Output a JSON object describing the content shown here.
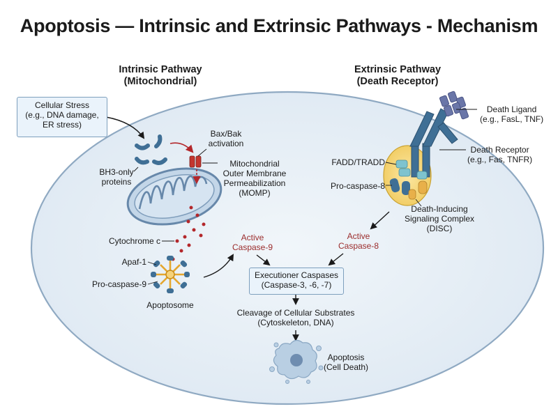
{
  "title": "Apoptosis — Intrinsic and Extrinsic Pathways - Mechanism",
  "intrinsic": {
    "heading_line1": "Intrinsic Pathway",
    "heading_line2": "(Mitochondrial)",
    "stress_box": [
      "Cellular Stress",
      "(e.g., DNA damage,",
      "ER stress)"
    ],
    "bh3": [
      "BH3-only",
      "proteins"
    ],
    "bax": [
      "Bax/Bak",
      "activation"
    ],
    "momp": [
      "Mitochondrial",
      "Outer Membrane",
      "Permeabilization",
      "(MOMP)"
    ],
    "cytochrome": "Cytochrome c",
    "apaf": "Apaf-1",
    "procasp9": "Pro-caspase-9",
    "apoptosome": "Apoptosome",
    "active_casp9": [
      "Active",
      "Caspase-9"
    ]
  },
  "extrinsic": {
    "heading_line1": "Extrinsic Pathway",
    "heading_line2": "(Death Receptor)",
    "ligand": [
      "Death Ligand",
      "(e.g., FasL, TNF)"
    ],
    "receptor": [
      "Death Receptor",
      "(e.g., Fas, TNFR)"
    ],
    "fadd": "FADD/TRADD",
    "procasp8": "Pro-caspase-8",
    "disc": [
      "Death-Inducing",
      "Signaling Complex",
      "(DISC)"
    ],
    "active_casp8": [
      "Active",
      "Caspase-8"
    ]
  },
  "common": {
    "executioner_box": [
      "Executioner Caspases",
      "(Caspase-3, -6, -7)"
    ],
    "cleavage": [
      "Cleavage of Cellular Substrates",
      "(Cytoskeleton, DNA)"
    ],
    "apoptosis": [
      "Apoptosis",
      "(Cell Death)"
    ]
  },
  "colors": {
    "cell_fill": "#e8f0f7",
    "cell_stroke": "#8fa9c2",
    "protein_blue": "#3f6f95",
    "mito_fill": "#c3d6e8",
    "mito_stroke": "#6788aa",
    "red_accent": "#b3272b",
    "apoptosome_gold": "#e4a62e",
    "disc_gold": "#f0c95b",
    "ligand_purple": "#6a76a8"
  }
}
